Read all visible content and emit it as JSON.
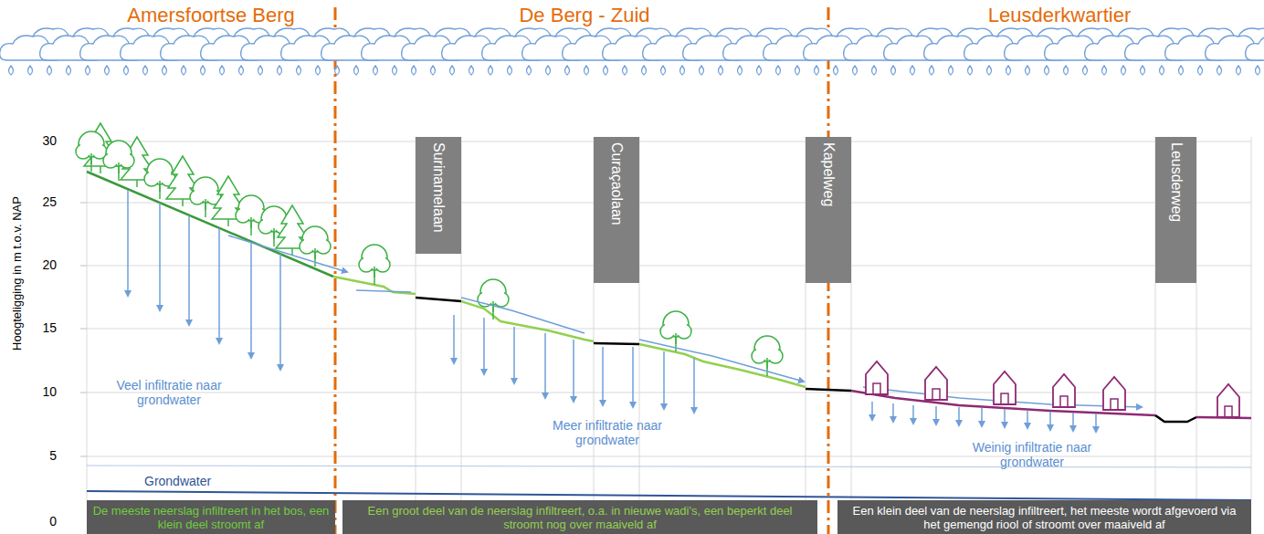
{
  "diagram": {
    "nodes": [
      {
        "text": [
          "Surinamelaan"
        ]
      },
      {
        "text": [
          "Curaçaolaan"
        ]
      },
      {
        "text": [
          "Kapelweg"
        ]
      },
      {
        "text": [
          "Leusderweg"
        ]
      },
      {
        "text": [
          "De meeste neerslag infiltreert in het bos, een klein deel stroomt af"
        ]
      },
      {
        "text": [
          "Een groot deel van de neerslag infiltreert, o.a. in nieuwe wadi's, een beperkt deel stroomt nog over maaiveld af"
        ]
      },
      {
        "text": [
          "Een klein deel van de neerslag infiltreert, het meeste wordt afgevoerd via het gemengd riool of stroomt over maaiveld af"
        ]
      }
    ],
    "labels": [
      "Amersfoortse Berg",
      "De Berg - Zuid",
      "Leusderkwartier",
      "Hoogteligging in m t.o.v. NAP",
      "30",
      "25",
      "20",
      "15",
      "10",
      "5",
      "0",
      "Veel infiltratie naar grondwater",
      "Meer infiltratie naar grondwater",
      "Weinig infiltratie naar grondwater",
      "Grondwater"
    ]
  }
}
